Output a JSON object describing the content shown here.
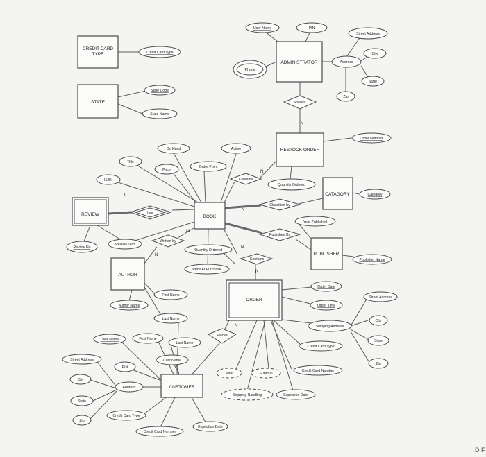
{
  "entities": {
    "credit_card_type": {
      "line1": "CREDIT CARD",
      "line2": "TYPE"
    },
    "state": "STATE",
    "administrator": "ADMINISTRATOR",
    "restock_order": "RESTOCK ORDER",
    "catagory": "CATAGORY",
    "review": "REVIEW",
    "book": "BOOK",
    "publisher": "PUBLISHER",
    "author": "AUTHOR",
    "order": "ORDER",
    "customer": "CUSTOMER"
  },
  "relationships": {
    "places_admin": "Places",
    "contains_restock": "Contains",
    "classified_by": "Classified by",
    "has": "has",
    "published_by": "Published By",
    "written_by": "Written by",
    "contains_order": "Contains",
    "places_customer": "Places"
  },
  "attributes": {
    "credit_card_type_key": "Credit Card Type",
    "state_code": "State Code",
    "state_name": "State Name",
    "admin_user_name": "User Name",
    "admin_pin": "PIN",
    "admin_phone": "Phone",
    "admin_address": "Address",
    "admin_street_address": "Street Address",
    "admin_city": "City",
    "admin_state": "State",
    "admin_zip": "Zip",
    "order_number": "Order Number",
    "quantity_ordered_restock": "Quantity Ordered",
    "category": "Category",
    "on_hand": "On Hand",
    "active": "Active",
    "title": "Title",
    "order_point": "Order Point",
    "price": "Price",
    "isbn": "ISBN",
    "year_published": "Year Published",
    "publisher_name": "Publisher Name",
    "quantity_ordered_book": "Quantity Ordered",
    "price_at_purchase": "Price At Purchase",
    "review_no": "Review No",
    "review_text": "Review Text",
    "author_name": "Author Name",
    "author_first_name": "First Name",
    "author_last_name": "Last Name",
    "order_date": "Order Date",
    "order_time": "Order Time",
    "shipping_address": "Shipping Address",
    "order_street_address": "Street Address",
    "order_city": "City",
    "order_state": "State",
    "order_zip": "Zip",
    "order_credit_card_type": "Credit Card Type",
    "order_credit_card_number": "Credit Card Number",
    "total": "Total",
    "subtotal": "Subtotal",
    "shipping_handling": "Shipping Handling",
    "expiration_date_order": "Expiration Date",
    "customer_user_name": "User Name",
    "customer_first_name": "First Name",
    "customer_last_name": "Last Name",
    "cust_name": "Cust Name",
    "customer_pin": "PIN",
    "customer_address": "Address",
    "customer_street_address": "Street Address",
    "customer_city": "City",
    "customer_state": "State",
    "customer_zip": "Zip",
    "customer_credit_card_type": "Credit Card Type",
    "customer_credit_card_number": "Credit Card Number",
    "customer_expiration_date": "Expiration Date"
  },
  "cardinalities": {
    "c1": "N",
    "c2": "N",
    "c3": "N",
    "c4": "1",
    "c5": "M",
    "c6": "N",
    "c7": "N",
    "c8": "N",
    "c9": "N"
  },
  "corner_mark": "D F"
}
